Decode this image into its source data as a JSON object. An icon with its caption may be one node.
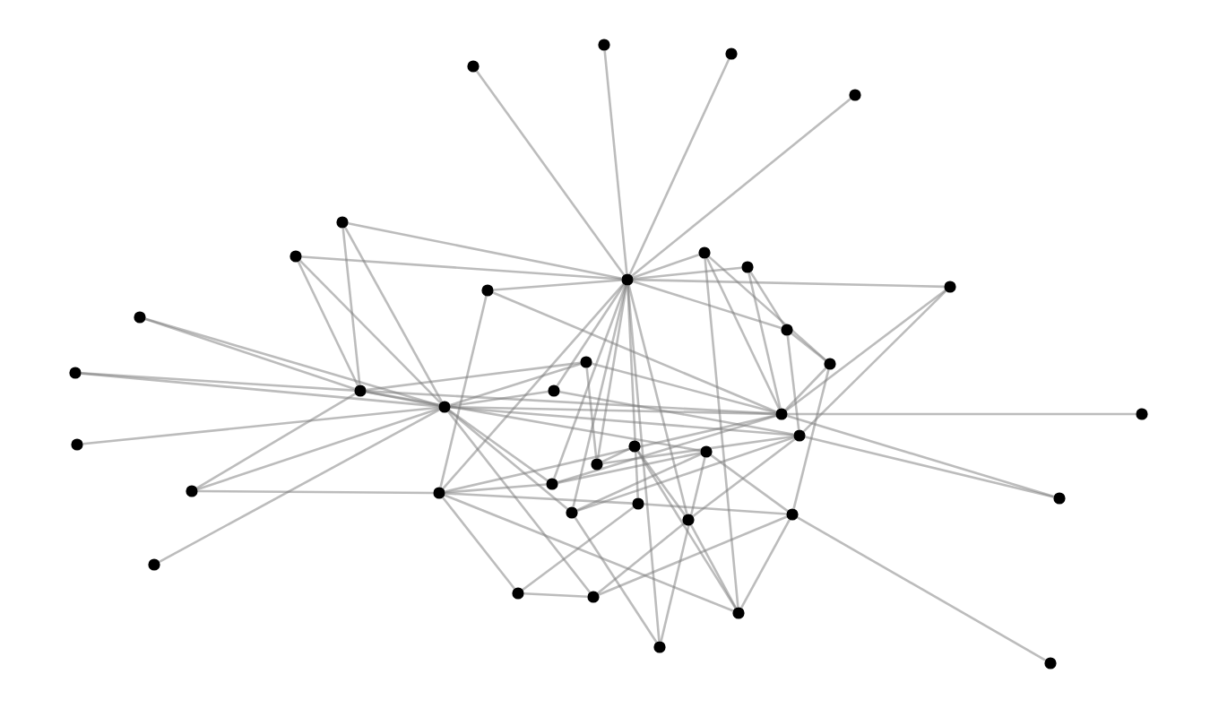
{
  "diagram": {
    "nodes": [
      {
        "text": [],
        "shape": "circle"
      },
      {
        "text": [],
        "shape": "circle"
      },
      {
        "text": [],
        "shape": "circle"
      },
      {
        "text": [],
        "shape": "circle"
      },
      {
        "text": [],
        "shape": "circle"
      },
      {
        "text": [],
        "shape": "circle"
      },
      {
        "text": [],
        "shape": "circle"
      },
      {
        "text": [],
        "shape": "circle"
      },
      {
        "text": [],
        "shape": "circle"
      },
      {
        "text": [],
        "shape": "circle"
      },
      {
        "text": [],
        "shape": "circle"
      },
      {
        "text": [],
        "shape": "circle"
      },
      {
        "text": [],
        "shape": "circle"
      },
      {
        "text": [],
        "shape": "circle"
      },
      {
        "text": [],
        "shape": "circle"
      },
      {
        "text": [],
        "shape": "circle"
      },
      {
        "text": [],
        "shape": "circle"
      },
      {
        "text": [],
        "shape": "circle"
      },
      {
        "text": [],
        "shape": "circle"
      },
      {
        "text": [],
        "shape": "circle"
      },
      {
        "text": [],
        "shape": "circle"
      },
      {
        "text": [],
        "shape": "circle"
      },
      {
        "text": [],
        "shape": "circle"
      },
      {
        "text": [],
        "shape": "circle"
      },
      {
        "text": [],
        "shape": "circle"
      },
      {
        "text": [],
        "shape": "circle"
      },
      {
        "text": [],
        "shape": "circle"
      },
      {
        "text": [],
        "shape": "circle"
      },
      {
        "text": [],
        "shape": "circle"
      },
      {
        "text": [],
        "shape": "circle"
      },
      {
        "text": [],
        "shape": "circle"
      },
      {
        "text": [],
        "shape": "circle"
      },
      {
        "text": [],
        "shape": "circle"
      },
      {
        "text": [],
        "shape": "circle"
      },
      {
        "text": [],
        "shape": "circle"
      },
      {
        "text": [],
        "shape": "circle"
      },
      {
        "text": [],
        "shape": "circle"
      },
      {
        "text": [],
        "shape": "circle"
      },
      {
        "text": [],
        "shape": "circle"
      },
      {
        "text": [],
        "shape": "circle"
      }
    ],
    "edges": [
      {
        "from": 0,
        "to": 6,
        "arrow": "none"
      },
      {
        "from": 1,
        "to": 6,
        "arrow": "none"
      },
      {
        "from": 2,
        "to": 6,
        "arrow": "none"
      },
      {
        "from": 3,
        "to": 6,
        "arrow": "none"
      },
      {
        "from": 4,
        "to": 6,
        "arrow": "none"
      },
      {
        "from": 4,
        "to": 15,
        "arrow": "none"
      },
      {
        "from": 4,
        "to": 18,
        "arrow": "none"
      },
      {
        "from": 5,
        "to": 6,
        "arrow": "none"
      },
      {
        "from": 5,
        "to": 15,
        "arrow": "none"
      },
      {
        "from": 5,
        "to": 18,
        "arrow": "none"
      },
      {
        "from": 9,
        "to": 6,
        "arrow": "none"
      },
      {
        "from": 9,
        "to": 28,
        "arrow": "none"
      },
      {
        "from": 9,
        "to": 19,
        "arrow": "none"
      },
      {
        "from": 10,
        "to": 6,
        "arrow": "none"
      },
      {
        "from": 10,
        "to": 19,
        "arrow": "none"
      },
      {
        "from": 10,
        "to": 22,
        "arrow": "none"
      },
      {
        "from": 11,
        "to": 15,
        "arrow": "none"
      },
      {
        "from": 11,
        "to": 18,
        "arrow": "none"
      },
      {
        "from": 13,
        "to": 15,
        "arrow": "none"
      },
      {
        "from": 13,
        "to": 18,
        "arrow": "none"
      },
      {
        "from": 21,
        "to": 18,
        "arrow": "none"
      },
      {
        "from": 27,
        "to": 15,
        "arrow": "none"
      },
      {
        "from": 27,
        "to": 18,
        "arrow": "none"
      },
      {
        "from": 27,
        "to": 28,
        "arrow": "none"
      },
      {
        "from": 34,
        "to": 18,
        "arrow": "none"
      },
      {
        "from": 20,
        "to": 19,
        "arrow": "none"
      },
      {
        "from": 33,
        "to": 19,
        "arrow": "none"
      },
      {
        "from": 33,
        "to": 22,
        "arrow": "none"
      },
      {
        "from": 39,
        "to": 32,
        "arrow": "none"
      },
      {
        "from": 7,
        "to": 6,
        "arrow": "none"
      },
      {
        "from": 7,
        "to": 19,
        "arrow": "none"
      },
      {
        "from": 7,
        "to": 37,
        "arrow": "none"
      },
      {
        "from": 8,
        "to": 6,
        "arrow": "none"
      },
      {
        "from": 8,
        "to": 19,
        "arrow": "none"
      },
      {
        "from": 8,
        "to": 12,
        "arrow": "none"
      },
      {
        "from": 12,
        "to": 6,
        "arrow": "none"
      },
      {
        "from": 12,
        "to": 14,
        "arrow": "none"
      },
      {
        "from": 12,
        "to": 22,
        "arrow": "none"
      },
      {
        "from": 14,
        "to": 19,
        "arrow": "none"
      },
      {
        "from": 14,
        "to": 32,
        "arrow": "none"
      },
      {
        "from": 14,
        "to": 7,
        "arrow": "none"
      },
      {
        "from": 6,
        "to": 25,
        "arrow": "none"
      },
      {
        "from": 6,
        "to": 26,
        "arrow": "none"
      },
      {
        "from": 6,
        "to": 30,
        "arrow": "none"
      },
      {
        "from": 6,
        "to": 29,
        "arrow": "none"
      },
      {
        "from": 6,
        "to": 31,
        "arrow": "none"
      },
      {
        "from": 6,
        "to": 28,
        "arrow": "none"
      },
      {
        "from": 6,
        "to": 17,
        "arrow": "none"
      },
      {
        "from": 6,
        "to": 38,
        "arrow": "none"
      },
      {
        "from": 15,
        "to": 18,
        "arrow": "none"
      },
      {
        "from": 15,
        "to": 19,
        "arrow": "none"
      },
      {
        "from": 15,
        "to": 16,
        "arrow": "none"
      },
      {
        "from": 15,
        "to": 24,
        "arrow": "none"
      },
      {
        "from": 18,
        "to": 17,
        "arrow": "none"
      },
      {
        "from": 18,
        "to": 16,
        "arrow": "none"
      },
      {
        "from": 18,
        "to": 26,
        "arrow": "none"
      },
      {
        "from": 18,
        "to": 30,
        "arrow": "none"
      },
      {
        "from": 18,
        "to": 36,
        "arrow": "none"
      },
      {
        "from": 18,
        "to": 22,
        "arrow": "none"
      },
      {
        "from": 18,
        "to": 19,
        "arrow": "none"
      },
      {
        "from": 16,
        "to": 19,
        "arrow": "none"
      },
      {
        "from": 16,
        "to": 25,
        "arrow": "none"
      },
      {
        "from": 17,
        "to": 22,
        "arrow": "none"
      },
      {
        "from": 28,
        "to": 35,
        "arrow": "none"
      },
      {
        "from": 28,
        "to": 26,
        "arrow": "none"
      },
      {
        "from": 28,
        "to": 37,
        "arrow": "none"
      },
      {
        "from": 28,
        "to": 19,
        "arrow": "none"
      },
      {
        "from": 28,
        "to": 29,
        "arrow": "none"
      },
      {
        "from": 26,
        "to": 24,
        "arrow": "none"
      },
      {
        "from": 26,
        "to": 19,
        "arrow": "none"
      },
      {
        "from": 25,
        "to": 22,
        "arrow": "none"
      },
      {
        "from": 25,
        "to": 23,
        "arrow": "none"
      },
      {
        "from": 23,
        "to": 37,
        "arrow": "none"
      },
      {
        "from": 23,
        "to": 31,
        "arrow": "none"
      },
      {
        "from": 24,
        "to": 32,
        "arrow": "none"
      },
      {
        "from": 24,
        "to": 30,
        "arrow": "none"
      },
      {
        "from": 24,
        "to": 38,
        "arrow": "none"
      },
      {
        "from": 29,
        "to": 32,
        "arrow": "none"
      },
      {
        "from": 29,
        "to": 35,
        "arrow": "none"
      },
      {
        "from": 30,
        "to": 38,
        "arrow": "none"
      },
      {
        "from": 30,
        "to": 22,
        "arrow": "none"
      },
      {
        "from": 31,
        "to": 36,
        "arrow": "none"
      },
      {
        "from": 31,
        "to": 37,
        "arrow": "none"
      },
      {
        "from": 32,
        "to": 37,
        "arrow": "none"
      },
      {
        "from": 32,
        "to": 36,
        "arrow": "none"
      },
      {
        "from": 35,
        "to": 36,
        "arrow": "none"
      },
      {
        "from": 22,
        "to": 31,
        "arrow": "none"
      }
    ]
  }
}
